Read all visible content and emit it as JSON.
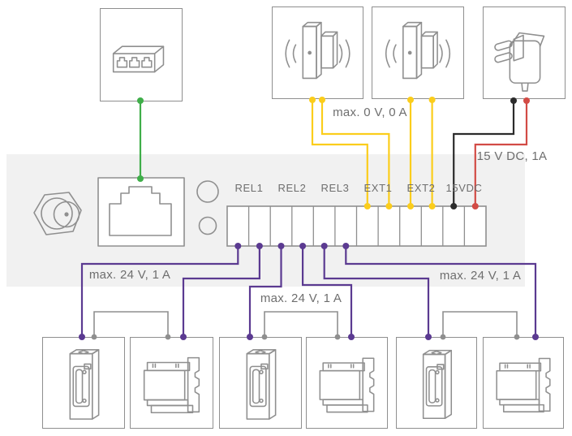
{
  "colors": {
    "ethernet": "#3fae49",
    "input": "#fbcd1b",
    "power_negative": "#2b2b2b",
    "power_positive": "#d24b45",
    "relay": "#5b3a91",
    "jumper": "#8f8f8f",
    "outline": "#8f8f8f",
    "panel_bg": "#f1f1f1",
    "text": "#6e6e6e"
  },
  "panel": {
    "terminals": [
      "REL1",
      "REL2",
      "REL3",
      "EXT1",
      "EXT2",
      "15VDC"
    ]
  },
  "annotations": {
    "sensor_inputs": "max. 0 V, 0 A",
    "power_adapter": "15 V DC, 1A",
    "relay_1": "max. 24 V, 1 A",
    "relay_2": "max. 24 V, 1 A",
    "relay_3": "max. 24 V, 1 A"
  },
  "devices": {
    "top": [
      "network-switch",
      "door-contact-sensor",
      "door-contact-sensor",
      "power-adapter"
    ],
    "panel_face": [
      "camera-lens",
      "rj45-port",
      "round-button-large",
      "round-button-small"
    ],
    "bottom": [
      "door-strike",
      "din-rail-module",
      "door-strike",
      "din-rail-module",
      "door-strike",
      "din-rail-module"
    ]
  }
}
